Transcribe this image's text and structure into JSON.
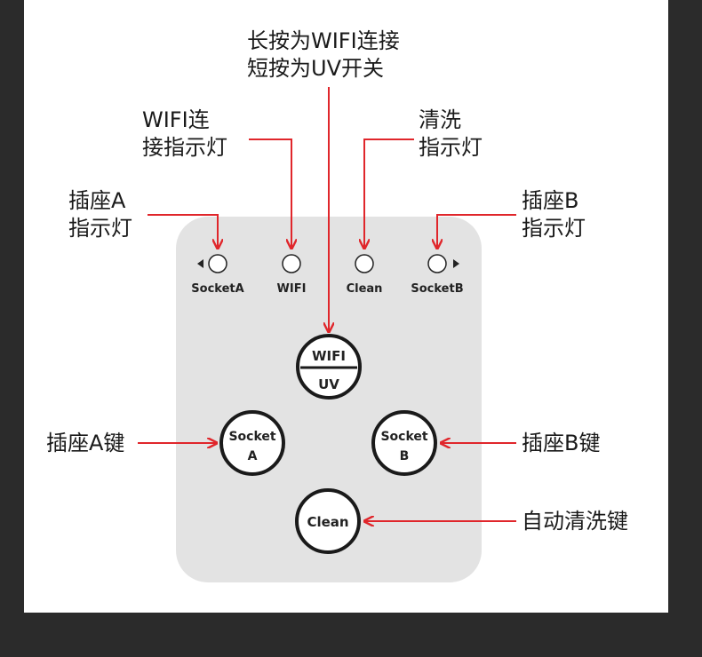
{
  "callouts": {
    "wifi_uv_button": [
      "长按为WIFI连接",
      "短按为UV开关"
    ],
    "wifi_indicator": [
      "WIFI连",
      "接指示灯"
    ],
    "clean_indicator": [
      "清洗",
      "指示灯"
    ],
    "socket_a_indicator": [
      "插座A",
      "指示灯"
    ],
    "socket_b_indicator": [
      "插座B",
      "指示灯"
    ],
    "socket_a_button": "插座A键",
    "socket_b_button": "插座B键",
    "clean_button": "自动清洗键"
  },
  "indicators": {
    "socket_a": "SocketA",
    "wifi": "WIFI",
    "clean": "Clean",
    "socket_b": "SocketB"
  },
  "buttons": {
    "wifi_uv": {
      "top": "WIFI",
      "bottom": "UV"
    },
    "socket_a": {
      "line1": "Socket",
      "line2": "A"
    },
    "socket_b": {
      "line1": "Socket",
      "line2": "B"
    },
    "clean": "Clean"
  },
  "colors": {
    "background": "#2b2b2b",
    "panel": "#ffffff",
    "control_plate": "#e3e3e3",
    "arrow": "#e0262b",
    "text": "#1a1a1a"
  }
}
